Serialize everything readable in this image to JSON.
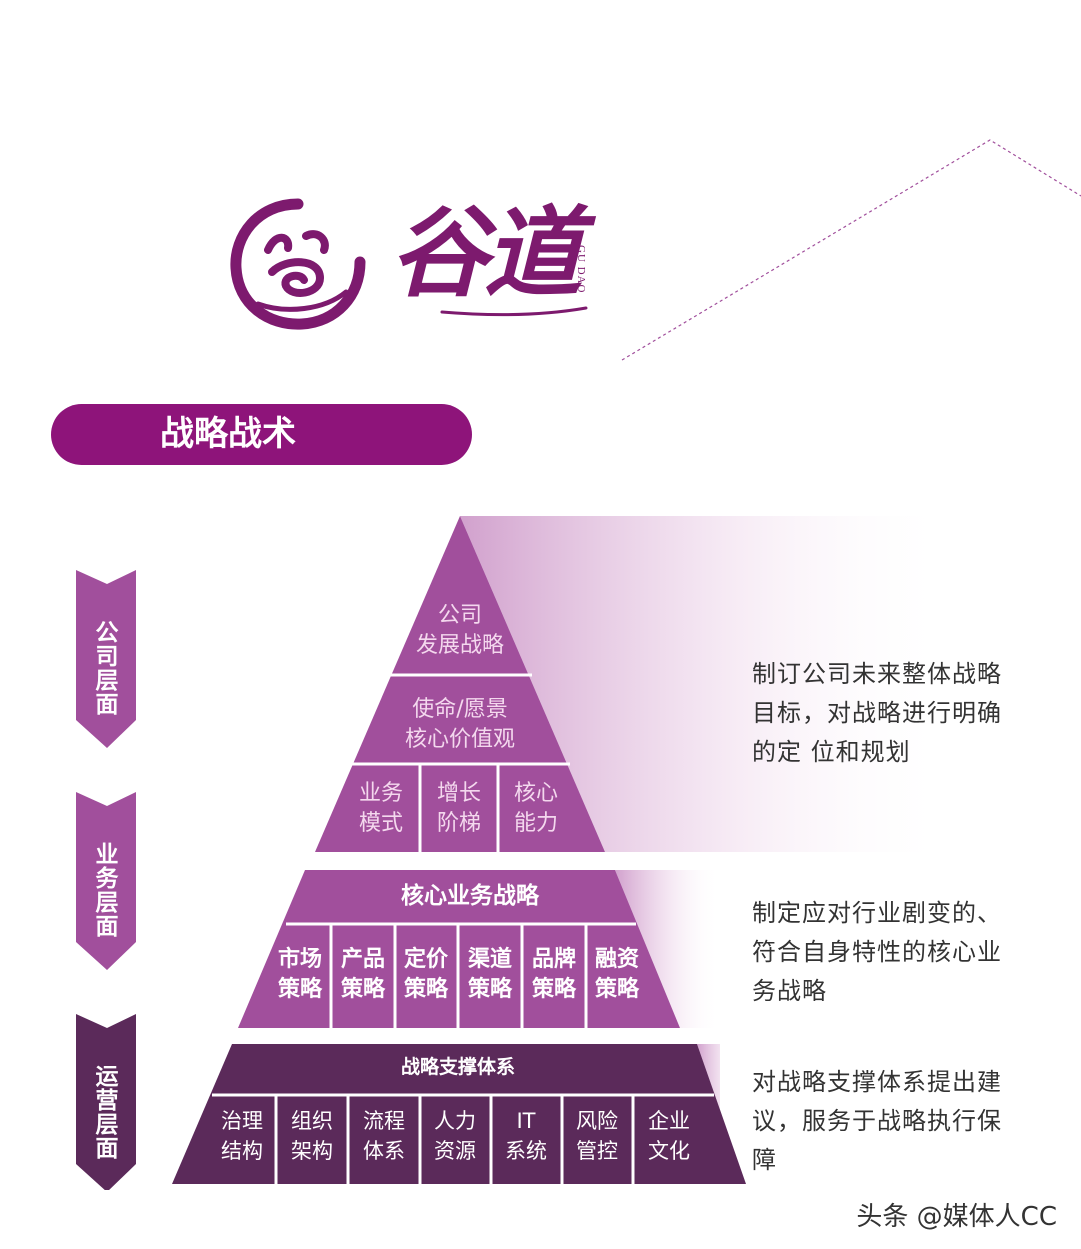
{
  "logo": {
    "name": "谷道",
    "latin": "GU DAO"
  },
  "header": {
    "title": "战略战术"
  },
  "levels": [
    "公司层面",
    "业务层面",
    "运营层面"
  ],
  "pyramid": {
    "top": {
      "apex": "公司\n发展战略",
      "mission": "使命/愿景\n核心价值观",
      "cells": [
        "业务\n模式",
        "增长\n阶梯",
        "核心\n能力"
      ]
    },
    "middle": {
      "title": "核心业务战略",
      "cells": [
        "市场\n策略",
        "产品\n策略",
        "定价\n策略",
        "渠道\n策略",
        "品牌\n策略",
        "融资\n策略"
      ]
    },
    "bottom": {
      "title": "战略支撑体系",
      "cells": [
        "治理\n结构",
        "组织\n架构",
        "流程\n体系",
        "人力\n资源",
        "IT\n系统",
        "风险\n管控",
        "企业\n文化"
      ]
    }
  },
  "descriptions": [
    "制订公司未来整体战略目标，对战略进行明确的定 位和规划",
    "制定应对行业剧变的、 符合自身特性的核心业务战略",
    "对战略支撑体系提出建议，服务于战略执行保障"
  ],
  "watermark": "头条 @媒体人CC",
  "colors": {
    "brand": "#8e147a",
    "tier_light": "#a14f9c",
    "tier_dark": "#5b2a5a",
    "text_light": "#f4d8ee"
  }
}
